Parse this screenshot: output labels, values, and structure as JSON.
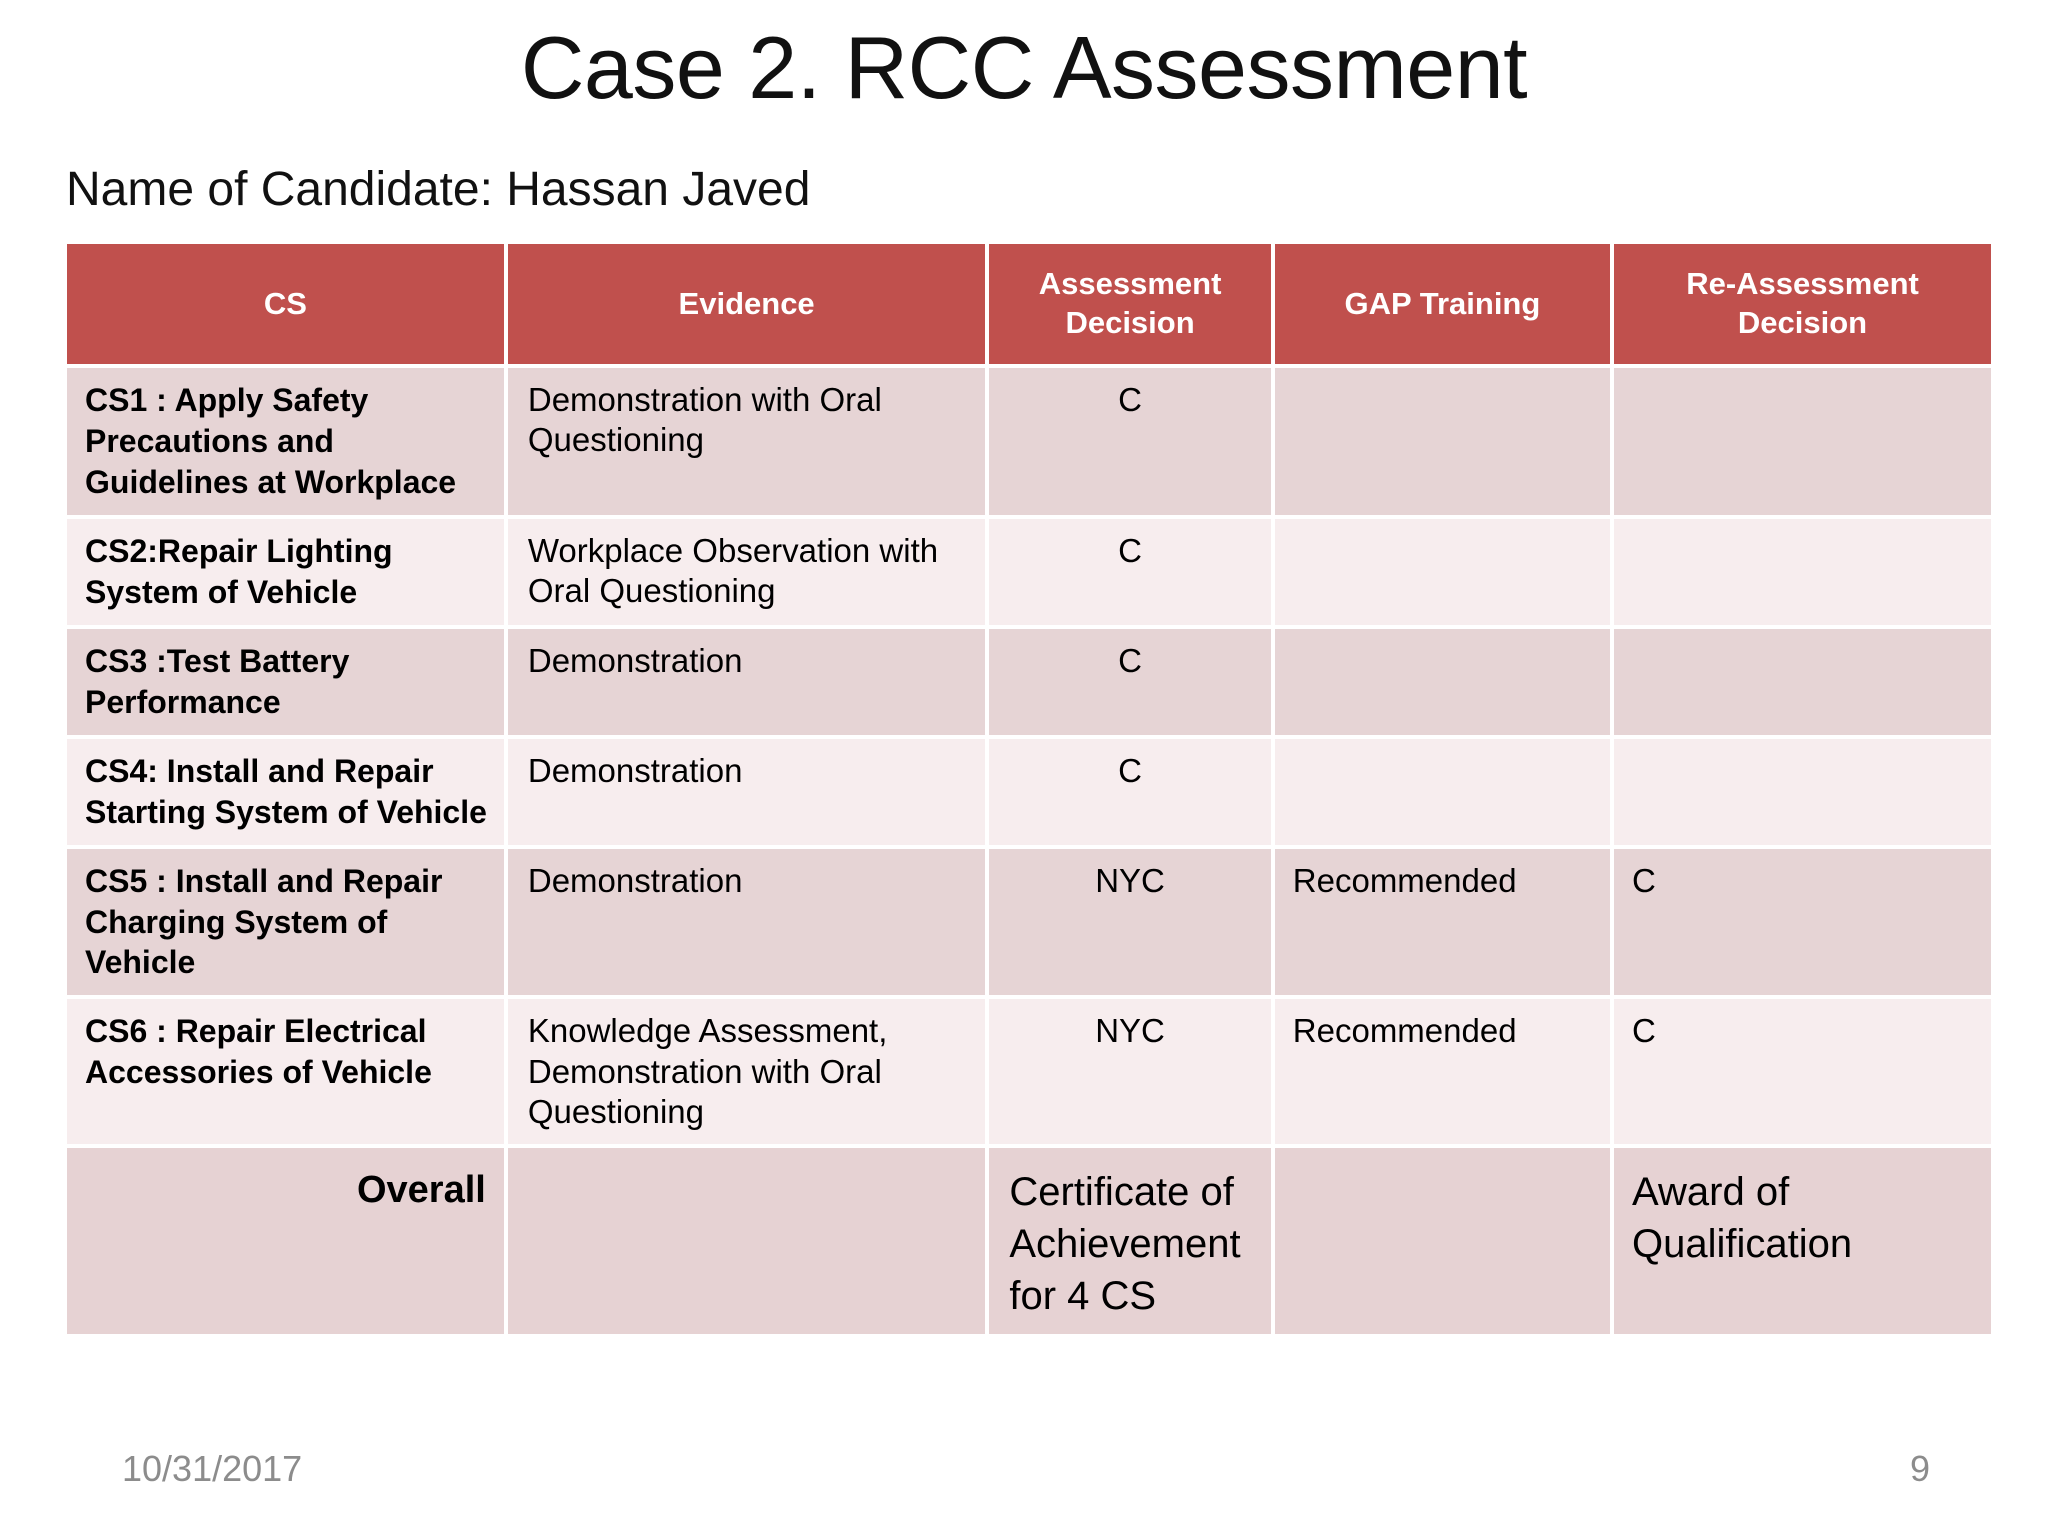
{
  "slide": {
    "title": "Case 2. RCC Assessment",
    "candidate_line": "Name of Candidate: Hassan Javed",
    "accent_color": "#C0504D",
    "row_dark_color": "#E6D4D5",
    "row_light_color": "#F7EDEE"
  },
  "table": {
    "headers": {
      "cs": "CS",
      "evidence": "Evidence",
      "assessment_decision": "Assessment Decision",
      "gap_training": "GAP Training",
      "reassessment_decision": "Re-Assessment Decision"
    },
    "rows": [
      {
        "cs": "CS1 : Apply Safety Precautions and Guidelines at Workplace",
        "evidence": "Demonstration with Oral Questioning",
        "assessment_decision": "C",
        "gap_training": "",
        "reassessment_decision": ""
      },
      {
        "cs": "CS2:Repair Lighting System of Vehicle",
        "evidence": "Workplace Observation with Oral Questioning",
        "assessment_decision": "C",
        "gap_training": "",
        "reassessment_decision": ""
      },
      {
        "cs": "CS3 :Test Battery Performance",
        "evidence": "Demonstration",
        "assessment_decision": "C",
        "gap_training": "",
        "reassessment_decision": ""
      },
      {
        "cs": "CS4: Install and Repair Starting System of Vehicle",
        "evidence": "Demonstration",
        "assessment_decision": "C",
        "gap_training": "",
        "reassessment_decision": ""
      },
      {
        "cs": "CS5 : Install and Repair Charging System of Vehicle",
        "evidence": "Demonstration",
        "assessment_decision": "NYC",
        "gap_training": "Recommended",
        "reassessment_decision": "C"
      },
      {
        "cs": "CS6 : Repair Electrical Accessories of Vehicle",
        "evidence": "Knowledge Assessment, Demonstration with Oral Questioning",
        "assessment_decision": "NYC",
        "gap_training": "Recommended",
        "reassessment_decision": "C"
      }
    ],
    "overall": {
      "label": "Overall",
      "evidence": "",
      "assessment_decision": "Certificate of Achievement for 4 CS",
      "gap_training": "",
      "reassessment_decision": "Award of Qualification"
    }
  },
  "footer": {
    "date": "10/31/2017",
    "page_number": "9"
  }
}
